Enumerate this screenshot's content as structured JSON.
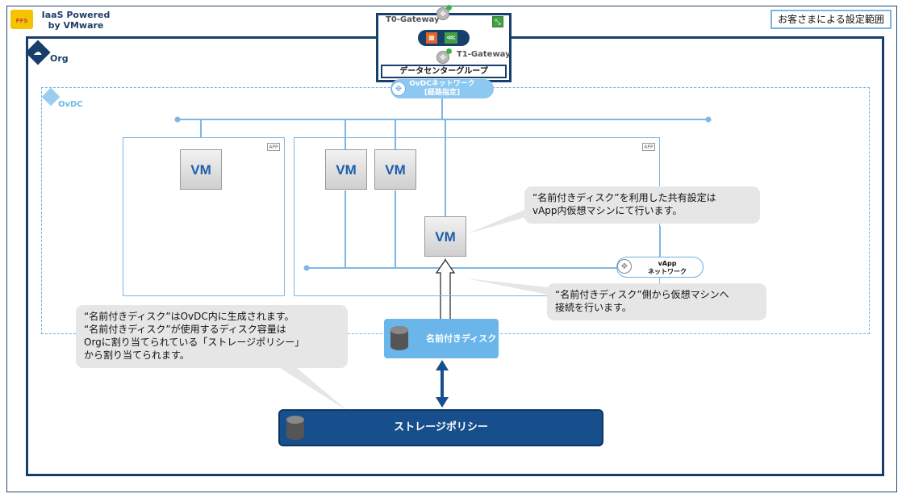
{
  "logo": {
    "badge": "PFS",
    "line1": "IaaS Powered",
    "line2": "by VMware"
  },
  "scope_label": "お客さまによる設定範囲",
  "org_label": "Org",
  "ovdc_label": "OvDC",
  "t0_gateway": "T0-Gateway",
  "t1_gateway": "T1-Gateway",
  "datacenter_group": "データセンターグループ",
  "ovdc_network": {
    "line1": "OvDCネットワーク",
    "line2": "[経路指定]"
  },
  "app_label": "APP",
  "vm_label": "VM",
  "vapp_network": {
    "line1": "vApp",
    "line2": "ネットワーク"
  },
  "named_disk": "名前付きディスク",
  "storage_policy": "ストレージポリシー",
  "bubbles": {
    "share": [
      "“名前付きディスク”を利用した共有設定は",
      "vApp内仮想マシンにて行います。"
    ],
    "connect": [
      "“名前付きディスク”側から仮想マシンへ",
      "接続を行います。"
    ],
    "org": [
      "“名前付きディスク”はOvDC内に生成されます。",
      "“名前付きディスク”が使用するディスク容量は",
      "Orgに割り当てられている「ストレージポリシー」",
      "から割り当てられます。"
    ]
  },
  "colors": {
    "navy": "#173f6b",
    "light_blue": "#6ab5ea",
    "storage": "#174f8c"
  }
}
